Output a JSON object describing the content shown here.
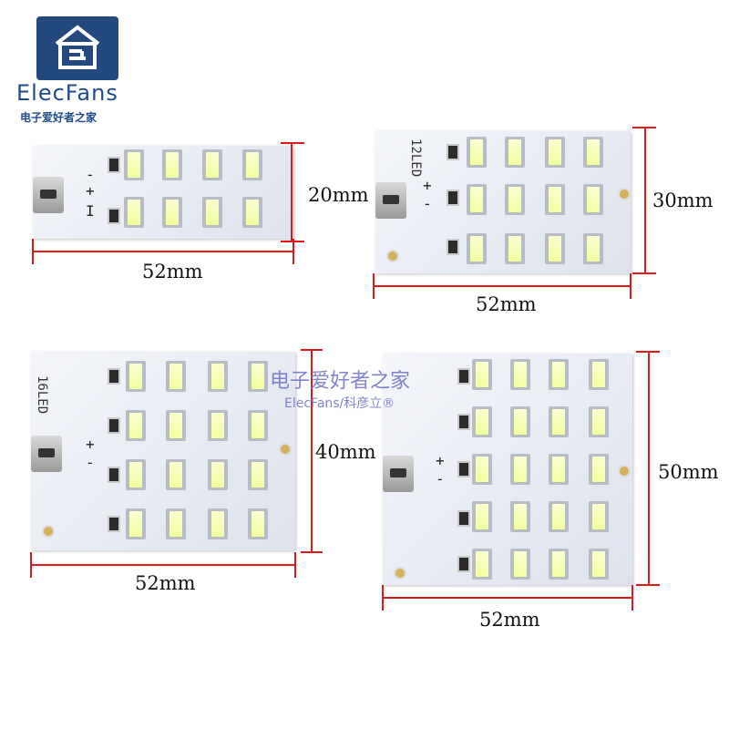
{
  "brand": {
    "name": "ElecFans",
    "subtitle": "电子爱好者之家"
  },
  "watermark": {
    "line1": "电子爱好者之家",
    "line2": "ElecFans/科彦立®"
  },
  "boards": [
    {
      "id": "8led",
      "width_label": "52mm",
      "height_label": "20mm",
      "silk": ""
    },
    {
      "id": "12led",
      "width_label": "52mm",
      "height_label": "30mm",
      "silk": "12LED"
    },
    {
      "id": "16led",
      "width_label": "52mm",
      "height_label": "40mm",
      "silk": "16LED"
    },
    {
      "id": "20led",
      "width_label": "52mm",
      "height_label": "50mm",
      "silk": ""
    }
  ],
  "colors": {
    "dimension_line": "#e01818",
    "brand": "#1f4a8c",
    "watermark": "#6d6fc8"
  }
}
